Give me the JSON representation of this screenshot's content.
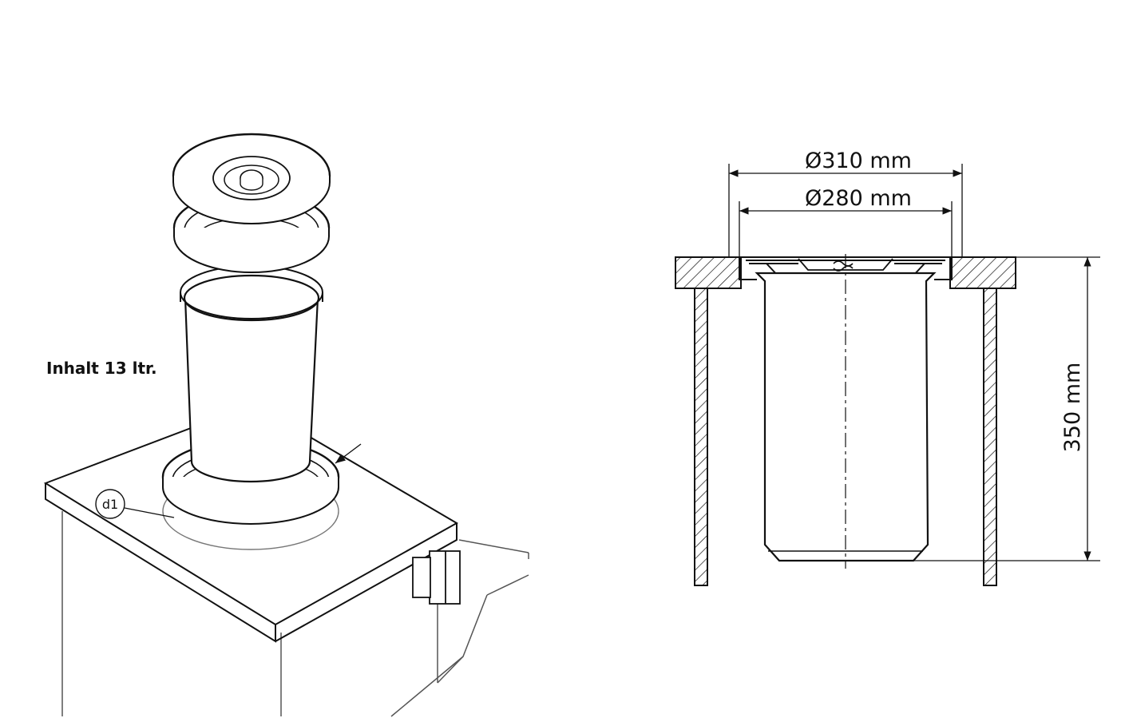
{
  "iso_view": {
    "capacity_note": "Inhalt 13 ltr.",
    "callout_label": "d1"
  },
  "section_view": {
    "outer_diameter_label": "Ø310 mm",
    "inner_diameter_label": "Ø280 mm",
    "height_label": "350 mm"
  },
  "colors": {
    "line": "#111111",
    "thin_line": "#555555",
    "background": "#ffffff"
  }
}
